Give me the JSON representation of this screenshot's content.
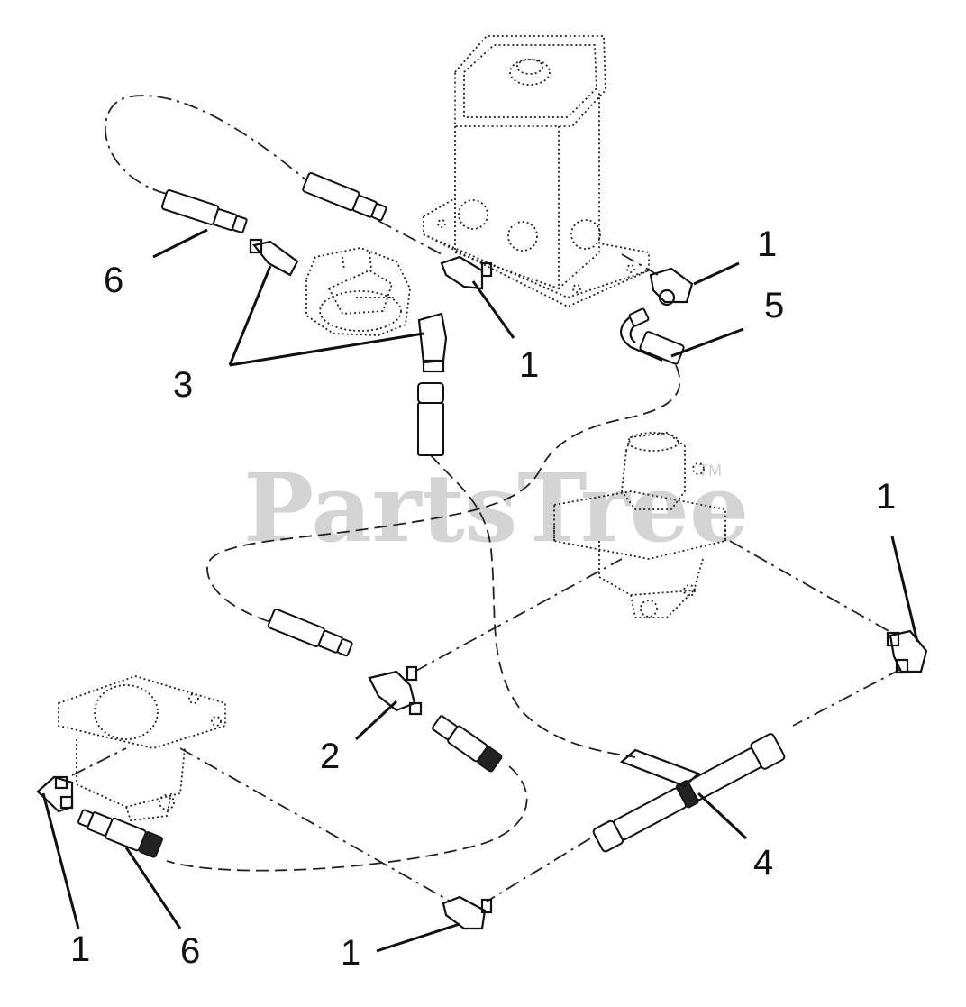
{
  "watermark": {
    "text": "PartsTree",
    "trademark": "TM"
  },
  "callouts": [
    {
      "id": "c6-top",
      "label": "6"
    },
    {
      "id": "c3",
      "label": "3"
    },
    {
      "id": "c1-center",
      "label": "1"
    },
    {
      "id": "c1-top-right",
      "label": "1"
    },
    {
      "id": "c5",
      "label": "5"
    },
    {
      "id": "c1-right",
      "label": "1"
    },
    {
      "id": "c2",
      "label": "2"
    },
    {
      "id": "c4",
      "label": "4"
    },
    {
      "id": "c1-bottom-left",
      "label": "1"
    },
    {
      "id": "c6-bottom",
      "label": "6"
    },
    {
      "id": "c1-bottom",
      "label": "1"
    }
  ]
}
